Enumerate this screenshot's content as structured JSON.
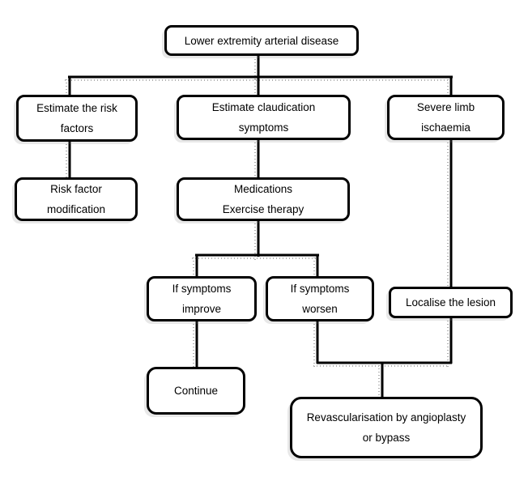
{
  "diagram": {
    "type": "flowchart",
    "nodes": {
      "root": {
        "label": "Lower extremity arterial disease"
      },
      "estimate_risk": {
        "label": "Estimate the risk\nfactors"
      },
      "claudication": {
        "label": "Estimate claudication\nsymptoms"
      },
      "severe_limb": {
        "label": "Severe limb\nischaemia"
      },
      "risk_mod": {
        "label": "Risk factor\nmodification"
      },
      "medications": {
        "label": "Medications\nExercise therapy"
      },
      "if_improve": {
        "label": "If symptoms\nimprove"
      },
      "if_worsen": {
        "label": "If symptoms\nworsen"
      },
      "localise": {
        "label": "Localise the lesion"
      },
      "continue": {
        "label": "Continue"
      },
      "revasc": {
        "label": "Revascularisation by angioplasty\nor bypass"
      }
    },
    "edges": [
      {
        "from": "root",
        "to": "estimate_risk"
      },
      {
        "from": "root",
        "to": "claudication"
      },
      {
        "from": "root",
        "to": "severe_limb"
      },
      {
        "from": "estimate_risk",
        "to": "risk_mod"
      },
      {
        "from": "claudication",
        "to": "medications"
      },
      {
        "from": "medications",
        "to": "if_improve"
      },
      {
        "from": "medications",
        "to": "if_worsen"
      },
      {
        "from": "severe_limb",
        "to": "localise"
      },
      {
        "from": "if_improve",
        "to": "continue"
      },
      {
        "from": "if_worsen",
        "to": "revasc"
      },
      {
        "from": "localise",
        "to": "revasc"
      }
    ],
    "colors": {
      "background": "#ffffff",
      "box_fill": "#ffffff",
      "box_border": "#000000",
      "line": "#000000",
      "line_shadow": "#9a9a9a"
    }
  }
}
